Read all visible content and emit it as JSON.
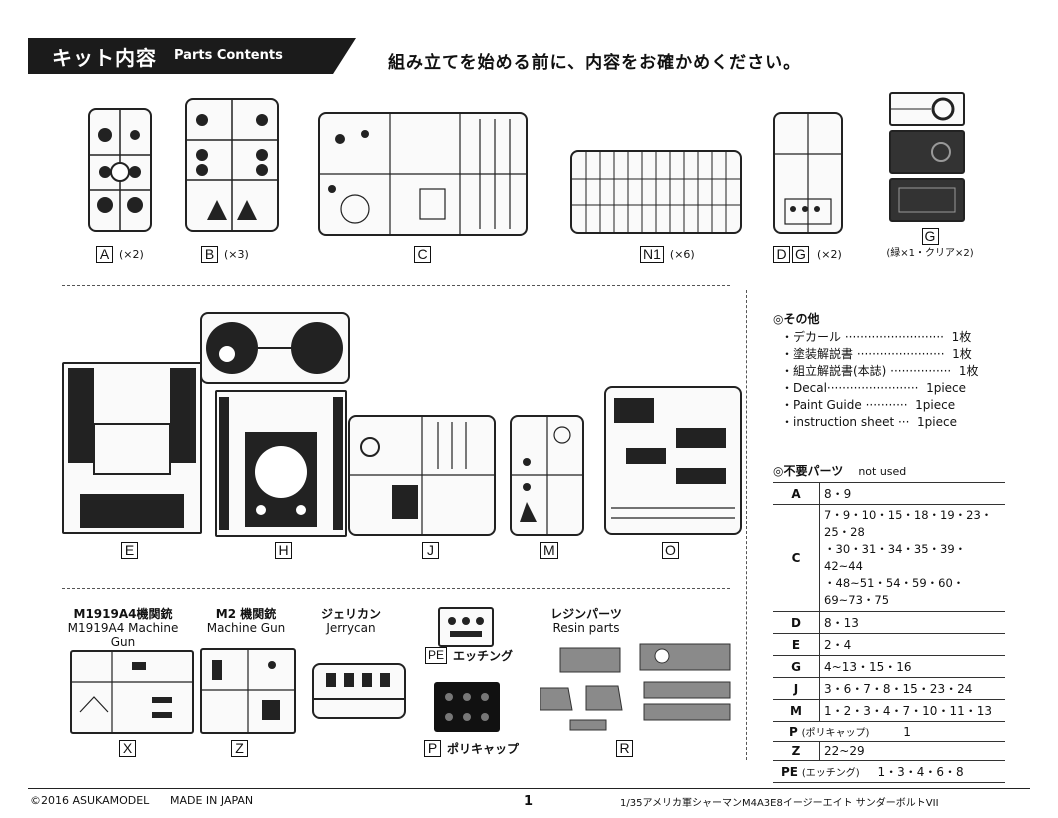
{
  "header": {
    "title_jp": "キット内容",
    "title_en": "Parts Contents"
  },
  "instruction": "組み立てを始める前に、内容をお確かめください。",
  "top_sprues": [
    {
      "id": "A",
      "qty": "(×2)"
    },
    {
      "id": "B",
      "qty": "(×3)"
    },
    {
      "id": "C",
      "qty": ""
    },
    {
      "id": "N1",
      "qty": "(×6)"
    },
    {
      "id": "D",
      "id2": "G",
      "qty": "(×2)"
    },
    {
      "id": "G",
      "qty": "(緑×1・クリア×2)"
    }
  ],
  "mid_sprues": [
    "E",
    "H",
    "J",
    "M",
    "O"
  ],
  "misc": {
    "title": "◎その他",
    "items": [
      "・デカール ··························  1枚",
      "・塗装解説書 ·······················  1枚",
      "・組立解説書(本誌) ················  1枚",
      "・Decal························  1piece",
      "・Paint Guide ···········  1piece",
      "・instruction sheet ···  1piece"
    ]
  },
  "unused": {
    "title": "◎不要パーツ",
    "title_en": "not used",
    "rows": [
      {
        "k": "A",
        "v": "8・9"
      },
      {
        "k": "C",
        "v": "7・9・10・15・18・19・23・25・28\n・30・31・34・35・39・42~44\n・48~51・54・59・60・69~73・75"
      },
      {
        "k": "D",
        "v": "8・13"
      },
      {
        "k": "E",
        "v": "2・4"
      },
      {
        "k": "G",
        "v": "4~13・15・16"
      },
      {
        "k": "J",
        "v": "3・6・7・8・15・23・24"
      },
      {
        "k": "M",
        "v": "1・2・3・4・7・10・11・13"
      },
      {
        "k": "P",
        "note": "(ポリキャップ)",
        "v": "1"
      },
      {
        "k": "Z",
        "v": "22~29"
      },
      {
        "k": "PE",
        "note": "(エッチング)",
        "v": "1・3・4・6・8"
      }
    ]
  },
  "bottom": {
    "x": {
      "jp": "M1919A4機関銃",
      "en": "M1919A4 Machine Gun",
      "id": "X"
    },
    "z": {
      "jp": "M2 機関銃",
      "en": "Machine Gun",
      "id": "Z"
    },
    "jerry": {
      "jp": "ジェリカン",
      "en": "Jerrycan"
    },
    "pe": {
      "id": "PE",
      "label": "エッチング"
    },
    "p": {
      "id": "P",
      "label": "ポリキャップ"
    },
    "resin": {
      "jp": "レジンパーツ",
      "en": "Resin parts",
      "id": "R"
    }
  },
  "footer": {
    "copyright": "©2016 ASUKAMODEL",
    "made": "MADE IN JAPAN",
    "page": "1",
    "product": "1/35アメリカ軍シャーマンM4A3E8イージーエイト サンダーボルトVII"
  }
}
